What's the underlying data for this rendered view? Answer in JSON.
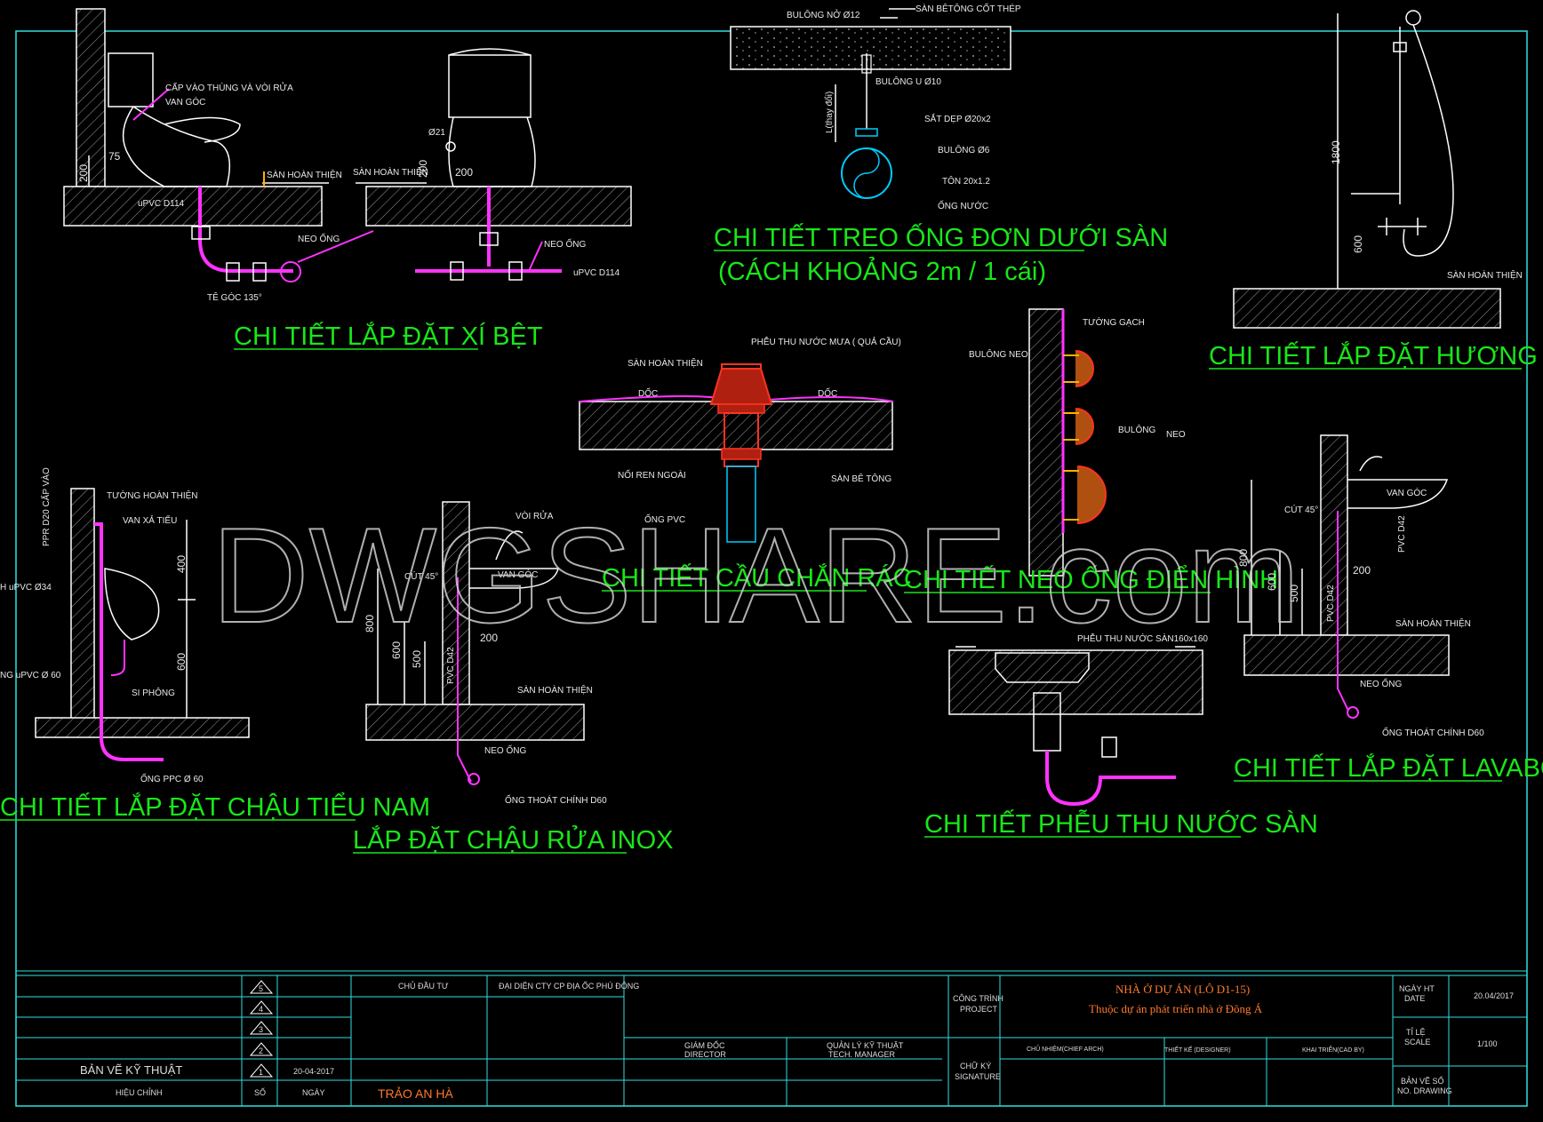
{
  "watermark": "DWGSHARE.com",
  "titles": {
    "toilet": "CHI TIẾT LẮP ĐẶT XÍ BỆT",
    "hanger": "CHI TIẾT TREO ỐNG ĐƠN DƯỚI SÀN",
    "hanger_sub": "(CÁCH KHOẢNG 2m / 1 cái)",
    "shower": "CHI TIẾT LẮP ĐẶT HƯƠNG SEN",
    "roof_drain": "CHI TIẾT CẦU CHẮN RÁC",
    "anchor": "CHI TIẾT NEO ỐNG ĐIỂN HÌNH",
    "urinal": "CHI TIẾT LẮP ĐẶT CHẬU TIỂU NAM",
    "sink": "LẮP ĐẶT CHẬU RỬA INOX",
    "floor_drain": "CHI TIẾT PHỄU THU NƯỚC SÀN",
    "lavabo": "CHI TIẾT LẮP ĐẶT LAVABO"
  },
  "notes": {
    "toilet": {
      "cap": "CẤP VÀO THÙNG VÀ VÒI RỬA",
      "van": "VAN GÓC",
      "san": "SÀN HOÀN THIỆN",
      "upvc": "uPVC D114",
      "neo": "NEO ỐNG",
      "te": "TÊ GÓC 135°",
      "d200": "200",
      "d75": "75",
      "san2": "SÀN HOÀN THIỆN",
      "d21": "Ø21",
      "d200b": "200",
      "d200c": "200",
      "neo2": "NEO ỐNG",
      "upvc2": "uPVC D114"
    },
    "hanger": {
      "bulong_no": "BULÔNG NỞ Ø12",
      "san_bt": "SÀN BÊTÔNG CỐT THÉP",
      "bulong_u": "BULÔNG U Ø10",
      "l": "L(thay đổi)",
      "sat": "SẮT DẸP Ø20x2",
      "bulong6": "BULÔNG Ø6",
      "ton": "TÔN 20x1.2",
      "ong": "ỐNG NƯỚC"
    },
    "shower": {
      "d1800": "1800",
      "d600": "600",
      "san": "SÀN HOÀN THIỆN"
    },
    "roof_drain": {
      "pheu": "PHỄU THU NƯỚC MƯA ( QUẢ CẦU)",
      "san": "SÀN HOÀN THIỆN",
      "doc1": "DỐC",
      "doc2": "DỐC",
      "noi": "NỐI REN NGOÀI",
      "sanbt": "SÀN BÊ TÔNG",
      "ong": "ỐNG PVC"
    },
    "anchor": {
      "tuong": "TƯỜNG GẠCH",
      "bulong_neo": "BULÔNG NEO",
      "bulong": "BULÔNG",
      "neo": "NEO"
    },
    "urinal": {
      "tuong": "TƯỜNG HOÀN THIỆN",
      "ppr": "PPR D20 CẤP VÀO",
      "van": "VAN XẢ TIỂU",
      "upvc34": "H uPVC Ø34",
      "upvc60": "NG uPVC Ø 60",
      "si": "SI PHÔNG",
      "ong": "ỐNG PPC Ø 60",
      "d400": "400",
      "d600": "600"
    },
    "sink": {
      "voi": "VÒI RỬA",
      "cut": "CÚT 45°",
      "van": "VAN GÓC",
      "d800": "800",
      "d600": "600",
      "d500": "500",
      "d200": "200",
      "pvc": "PVC D42",
      "san": "SÀN HOÀN THIỆN",
      "neo": "NEO ỐNG",
      "ong": "ỐNG THOÁT CHÍNH D60"
    },
    "floor_drain": {
      "pheu": "PHỄU THU NƯỚC SÀN160x160"
    },
    "lavabo": {
      "van": "VAN GÓC",
      "cut": "CÚT 45°",
      "pvc42": "PVC D42",
      "d800": "800",
      "d600": "600",
      "d500": "500",
      "d200": "200",
      "pvc42b": "PVC D42",
      "san": "SÀN HOÀN THIỆN",
      "neo": "NEO ỐNG",
      "ong": "ỐNG THOÁT CHÍNH D60"
    }
  },
  "title_block": {
    "revisions": [
      "5",
      "4",
      "3",
      "2",
      "1"
    ],
    "drawing_type": "BẢN VẼ KỸ THUẬT",
    "rev_date": "20-04-2017",
    "hieu_chinh": "HIỆU CHỈNH",
    "so": "SỐ",
    "ngay": "NGÀY",
    "chu_dau_tu": "CHỦ ĐẦU TƯ",
    "dai_dien": "ĐẠI DIỆN CTY CP ĐỊA ỐC PHÚ ĐÔNG",
    "signer": "TRẢO AN HÀ",
    "giam_doc": "GIÁM ĐỐC",
    "director": "DIRECTOR",
    "quan_ly": "QUẢN LÝ KỸ THUẬT",
    "tech_manager": "TECH. MANAGER",
    "cong_trinh": "CÔNG TRÌNH",
    "project": "PROJECT",
    "chu_ky": "CHỮ KÝ",
    "signature": "SIGNATURE",
    "project_name": "NHÀ Ở DỰ ÁN (LÔ D1-15)",
    "project_sub": "Thuộc dự án phát triển nhà ở Đông Á",
    "chief_arch": "CHỦ NHIỆM(CHIEF ARCH)",
    "designer": "THIẾT KẾ (DESIGNER)",
    "cad": "KHAI TRIỂN(CAD BY)",
    "ngay_ht": "NGÀY HT",
    "date_lbl": "DATE",
    "date_val": "20.04/2017",
    "ti_le": "TỈ LỆ",
    "scale": "SCALE",
    "scale_val": "1/100",
    "ban_ve_so": "BẢN VẼ SỐ",
    "no_drawing": "NO. DRAWING"
  }
}
